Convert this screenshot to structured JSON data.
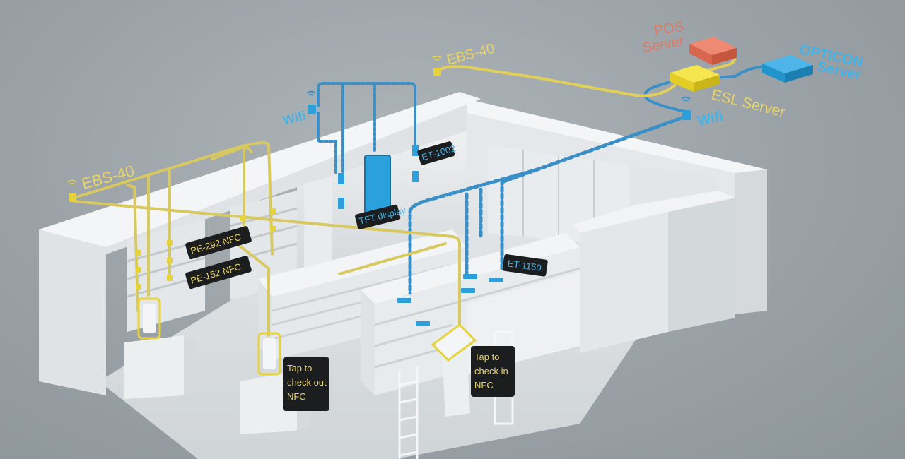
{
  "labels": {
    "pos_server": [
      "POS",
      "Server"
    ],
    "opticon_server": [
      "OPTICON",
      "Server"
    ],
    "esl_server": "ESL Server",
    "wifi_right": "Wifi",
    "wifi_left": "Wifi",
    "ebs40_top": "EBS-40",
    "ebs40_left": "EBS-40",
    "et1002": "ET-1002",
    "tft_display": "TFT display",
    "pe292": "PE-292 NFC",
    "pe152": "PE-152 NFC",
    "et1150": "ET-1150",
    "tap_checkout": [
      "Tap to",
      "check out",
      "NFC"
    ],
    "tap_checkin": [
      "Tap to",
      "check in",
      "NFC"
    ]
  },
  "colors": {
    "yellow_line": "#e2cf5a",
    "blue_line": "#3a8fc6",
    "pos_box": "#e2705a",
    "opticon_box": "#2aa0dc",
    "esl_box": "#f0de3a",
    "label_bg": "#1b1d1e",
    "yellow_text": "#e9d36a",
    "blue_text": "#45b2e6",
    "red_text": "#e07a63"
  },
  "icons": {
    "wifi": "wifi-icon",
    "ebs": "wifi-icon"
  }
}
